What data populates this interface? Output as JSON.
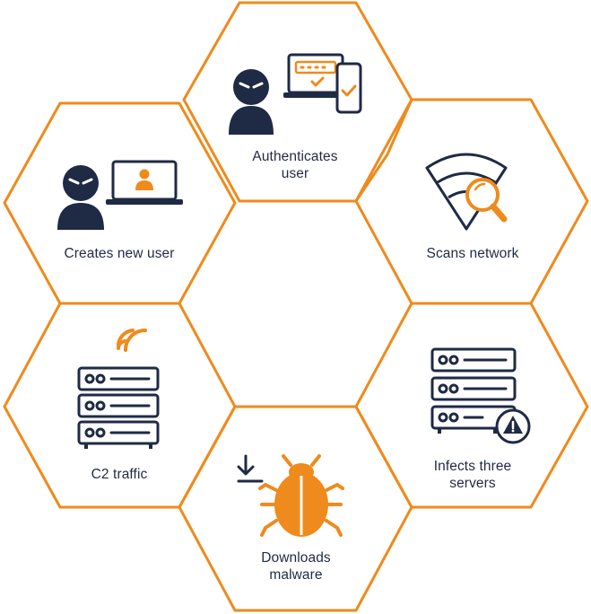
{
  "colors": {
    "hex_border": "#ef8a1c",
    "navy": "#1f2a44",
    "orange": "#ef8a1c",
    "background": "#ffffff"
  },
  "cells": [
    {
      "id": "authenticates",
      "label_lines": [
        "Authenticates",
        "user"
      ],
      "icon": "hacker-with-password-devices-icon"
    },
    {
      "id": "creates",
      "label_lines": [
        "Creates new user"
      ],
      "icon": "hacker-with-user-laptop-icon"
    },
    {
      "id": "scans",
      "label_lines": [
        "Scans network"
      ],
      "icon": "network-scan-magnifier-icon"
    },
    {
      "id": "c2",
      "label_lines": [
        "C2 traffic"
      ],
      "icon": "broadcasting-server-icon"
    },
    {
      "id": "infects",
      "label_lines": [
        "Infects three",
        "servers"
      ],
      "icon": "server-warning-icon"
    },
    {
      "id": "downloads",
      "label_lines": [
        "Downloads",
        "malware"
      ],
      "icon": "malware-bug-download-icon"
    }
  ]
}
